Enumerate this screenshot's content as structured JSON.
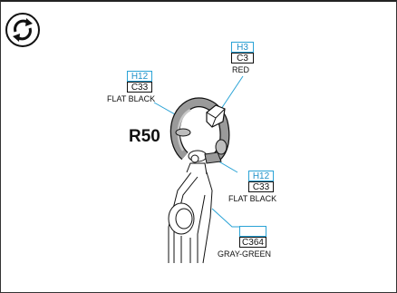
{
  "part_label": "R50",
  "callouts": [
    {
      "id": "top",
      "h": "H3",
      "c": "C3",
      "caption": "RED"
    },
    {
      "id": "left",
      "h": "H12",
      "c": "C33",
      "caption": "FLAT BLACK"
    },
    {
      "id": "right",
      "h": "H12",
      "c": "C33",
      "caption": "FLAT BLACK"
    },
    {
      "id": "bottom",
      "h": "",
      "c": "C364",
      "caption": "GRAY-GREEN"
    }
  ],
  "icons": {
    "rotate": "rotate-view-icon"
  },
  "colors": {
    "leader": "#2aa3d6",
    "h_code": "#1e8fc8"
  }
}
